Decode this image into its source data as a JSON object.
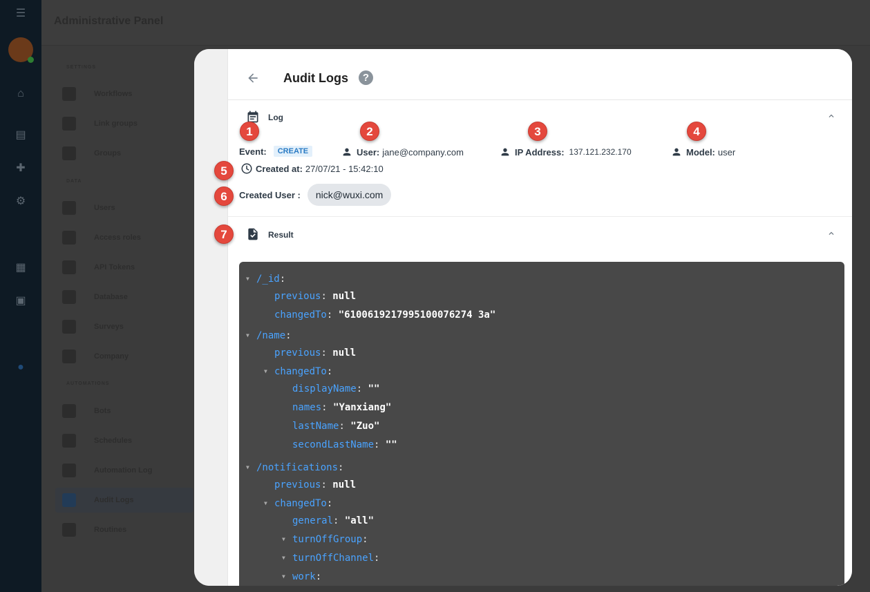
{
  "background": {
    "title": "Administrative Panel",
    "nav_sections": [
      "SETTINGS",
      "DATA",
      "AUTOMATIONS"
    ],
    "nav_items": [
      "Workflows",
      "Link groups",
      "Groups",
      "Users",
      "Access roles",
      "API Tokens",
      "Database",
      "Surveys",
      "Company",
      "Bots",
      "Schedules",
      "Automation Log",
      "Audit Logs",
      "Routines"
    ]
  },
  "header": {
    "title": "Audit Logs",
    "help_glyph": "?"
  },
  "log_section": {
    "label": "Log",
    "event_label": "Event:",
    "event_value": "CREATE",
    "user_label": "User:",
    "user_value": "jane@company.com",
    "ip_label": "IP Address:",
    "ip_value": "137.121.232.170",
    "model_label": "Model:",
    "model_value": "user",
    "created_at_label": "Created at:",
    "created_at_value": "27/07/21 - 15:42:10",
    "created_user_label": "Created User :",
    "created_user_value": "nick@wuxi.com"
  },
  "result_section": {
    "label": "Result"
  },
  "json_lines": [
    {
      "indent": 0,
      "toggle": true,
      "key": "/_id",
      "value": ""
    },
    {
      "indent": 1,
      "toggle": false,
      "key": "previous",
      "value": "null"
    },
    {
      "indent": 1,
      "toggle": false,
      "key": "changedTo",
      "value": "\"6100619217995100076274 3a\""
    },
    {
      "indent": 0,
      "toggle": true,
      "key": "/name",
      "value": ""
    },
    {
      "indent": 1,
      "toggle": false,
      "key": "previous",
      "value": "null"
    },
    {
      "indent": 1,
      "toggle": true,
      "key": "changedTo",
      "value": ""
    },
    {
      "indent": 2,
      "toggle": false,
      "key": "displayName",
      "value": "\"\""
    },
    {
      "indent": 2,
      "toggle": false,
      "key": "names",
      "value": "\"Yanxiang\""
    },
    {
      "indent": 2,
      "toggle": false,
      "key": "lastName",
      "value": "\"Zuo\""
    },
    {
      "indent": 2,
      "toggle": false,
      "key": "secondLastName",
      "value": "\"\""
    },
    {
      "indent": 0,
      "toggle": true,
      "key": "/notifications",
      "value": ""
    },
    {
      "indent": 1,
      "toggle": false,
      "key": "previous",
      "value": "null"
    },
    {
      "indent": 1,
      "toggle": true,
      "key": "changedTo",
      "value": ""
    },
    {
      "indent": 2,
      "toggle": false,
      "key": "general",
      "value": "\"all\""
    },
    {
      "indent": 2,
      "toggle": true,
      "key": "turnOffGroup",
      "value": ""
    },
    {
      "indent": 2,
      "toggle": true,
      "key": "turnOffChannel",
      "value": ""
    },
    {
      "indent": 2,
      "toggle": true,
      "key": "work",
      "value": ""
    }
  ],
  "markers": [
    "1",
    "2",
    "3",
    "4",
    "5",
    "6",
    "7"
  ],
  "colors": {
    "marker": "#e4483d",
    "json_key": "#4aa3ff",
    "json_bg": "#484848",
    "badge_bg": "#e3f0fb",
    "badge_text": "#2a7bc4",
    "icon": "#2f3b47"
  }
}
